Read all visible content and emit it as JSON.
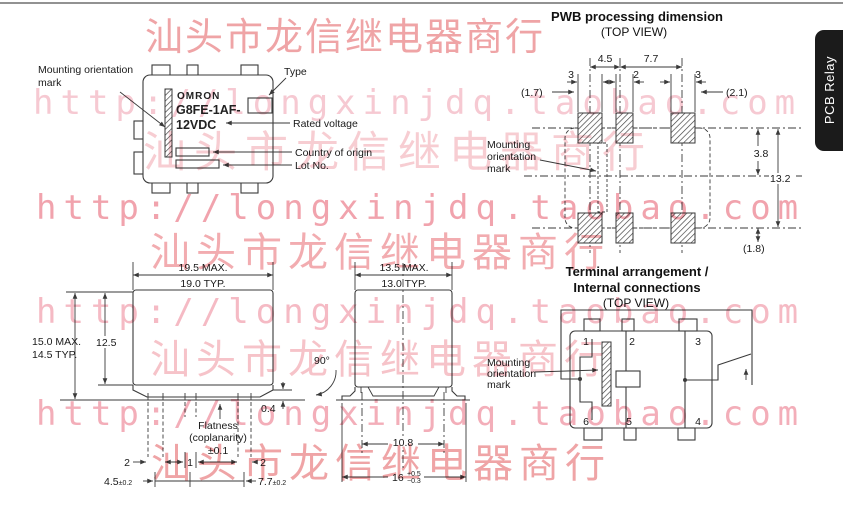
{
  "page": {
    "ink_color": "#3a3a3a",
    "side_tab": {
      "label": "PCB Relay",
      "bg_color": "#1b1b1b",
      "text_color": "#ffffff"
    },
    "watermark": {
      "cn_text": "汕头市龙信继电器商行",
      "url_text": "http://longxinjdq.taobao.com",
      "cn_color": "#efa4a6",
      "url_color": "#f1a3ad"
    }
  },
  "marking_view": {
    "brand": "OMRON",
    "model_line1": "G8FE-1AF-",
    "model_line2": "12VDC",
    "labels": {
      "mounting_l1": "Mounting orientation",
      "mounting_l2": "mark",
      "type": "Type",
      "rated_voltage": "Rated voltage",
      "country_of_origin": "Country of origin",
      "lot_no": "Lot No."
    }
  },
  "pwb_view": {
    "title": "PWB processing dimension",
    "subtitle": "(TOP VIEW)",
    "mounting_l1": "Mounting",
    "mounting_l2": "orientation",
    "mounting_l3": "mark",
    "dims": {
      "pitch_a": "4.5",
      "pitch_b": "7.7",
      "pad_w1": "3",
      "pad_w2": "2",
      "pad_w3": "3",
      "edge_left": "(1.7)",
      "edge_right": "(2.1)",
      "row_offset": "3.8",
      "row_span": "13.2",
      "edge_bottom": "(1.8)"
    }
  },
  "front_view": {
    "dims": {
      "width_max": "19.5 MAX.",
      "width_typ": "19.0 TYP.",
      "height_max": "15.0 MAX.",
      "height_typ": "14.5 TYP.",
      "body_height": "12.5",
      "standoff": "0.4",
      "flatness_l1": "Flatness",
      "flatness_l2": "(coplanarity)",
      "flatness_l3": "±0.1",
      "lead_w_left": "2",
      "lead_w_mid": "1",
      "lead_w_right": "2",
      "pitch_left": "4.5",
      "pitch_left_tol": "±0.2",
      "pitch_right": "7.7",
      "pitch_right_tol": "±0.2",
      "lead_angle": "90°"
    }
  },
  "side_view": {
    "dims": {
      "depth_max": "13.5 MAX.",
      "depth_typ": "13.0 TYP.",
      "foot_span": "10.8",
      "overall": "16",
      "overall_tol_plus": "+0.5",
      "overall_tol_minus": "−0.3"
    }
  },
  "terminal_view": {
    "title_l1": "Terminal arrangement /",
    "title_l2": "Internal connections",
    "subtitle": "(TOP VIEW)",
    "mounting_l1": "Mounting",
    "mounting_l2": "orientation",
    "mounting_l3": "mark",
    "pins": [
      "1",
      "2",
      "3",
      "4",
      "5",
      "6"
    ]
  }
}
